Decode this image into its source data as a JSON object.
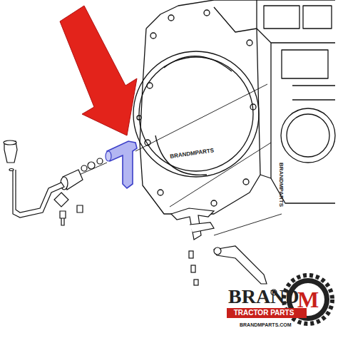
{
  "diagram": {
    "labels": [
      "BRANDMPARTS",
      "BRANDMPARTS",
      "BRAND",
      "M",
      "TRACTOR PARTS",
      "BRANDMPARTS.COM"
    ]
  }
}
